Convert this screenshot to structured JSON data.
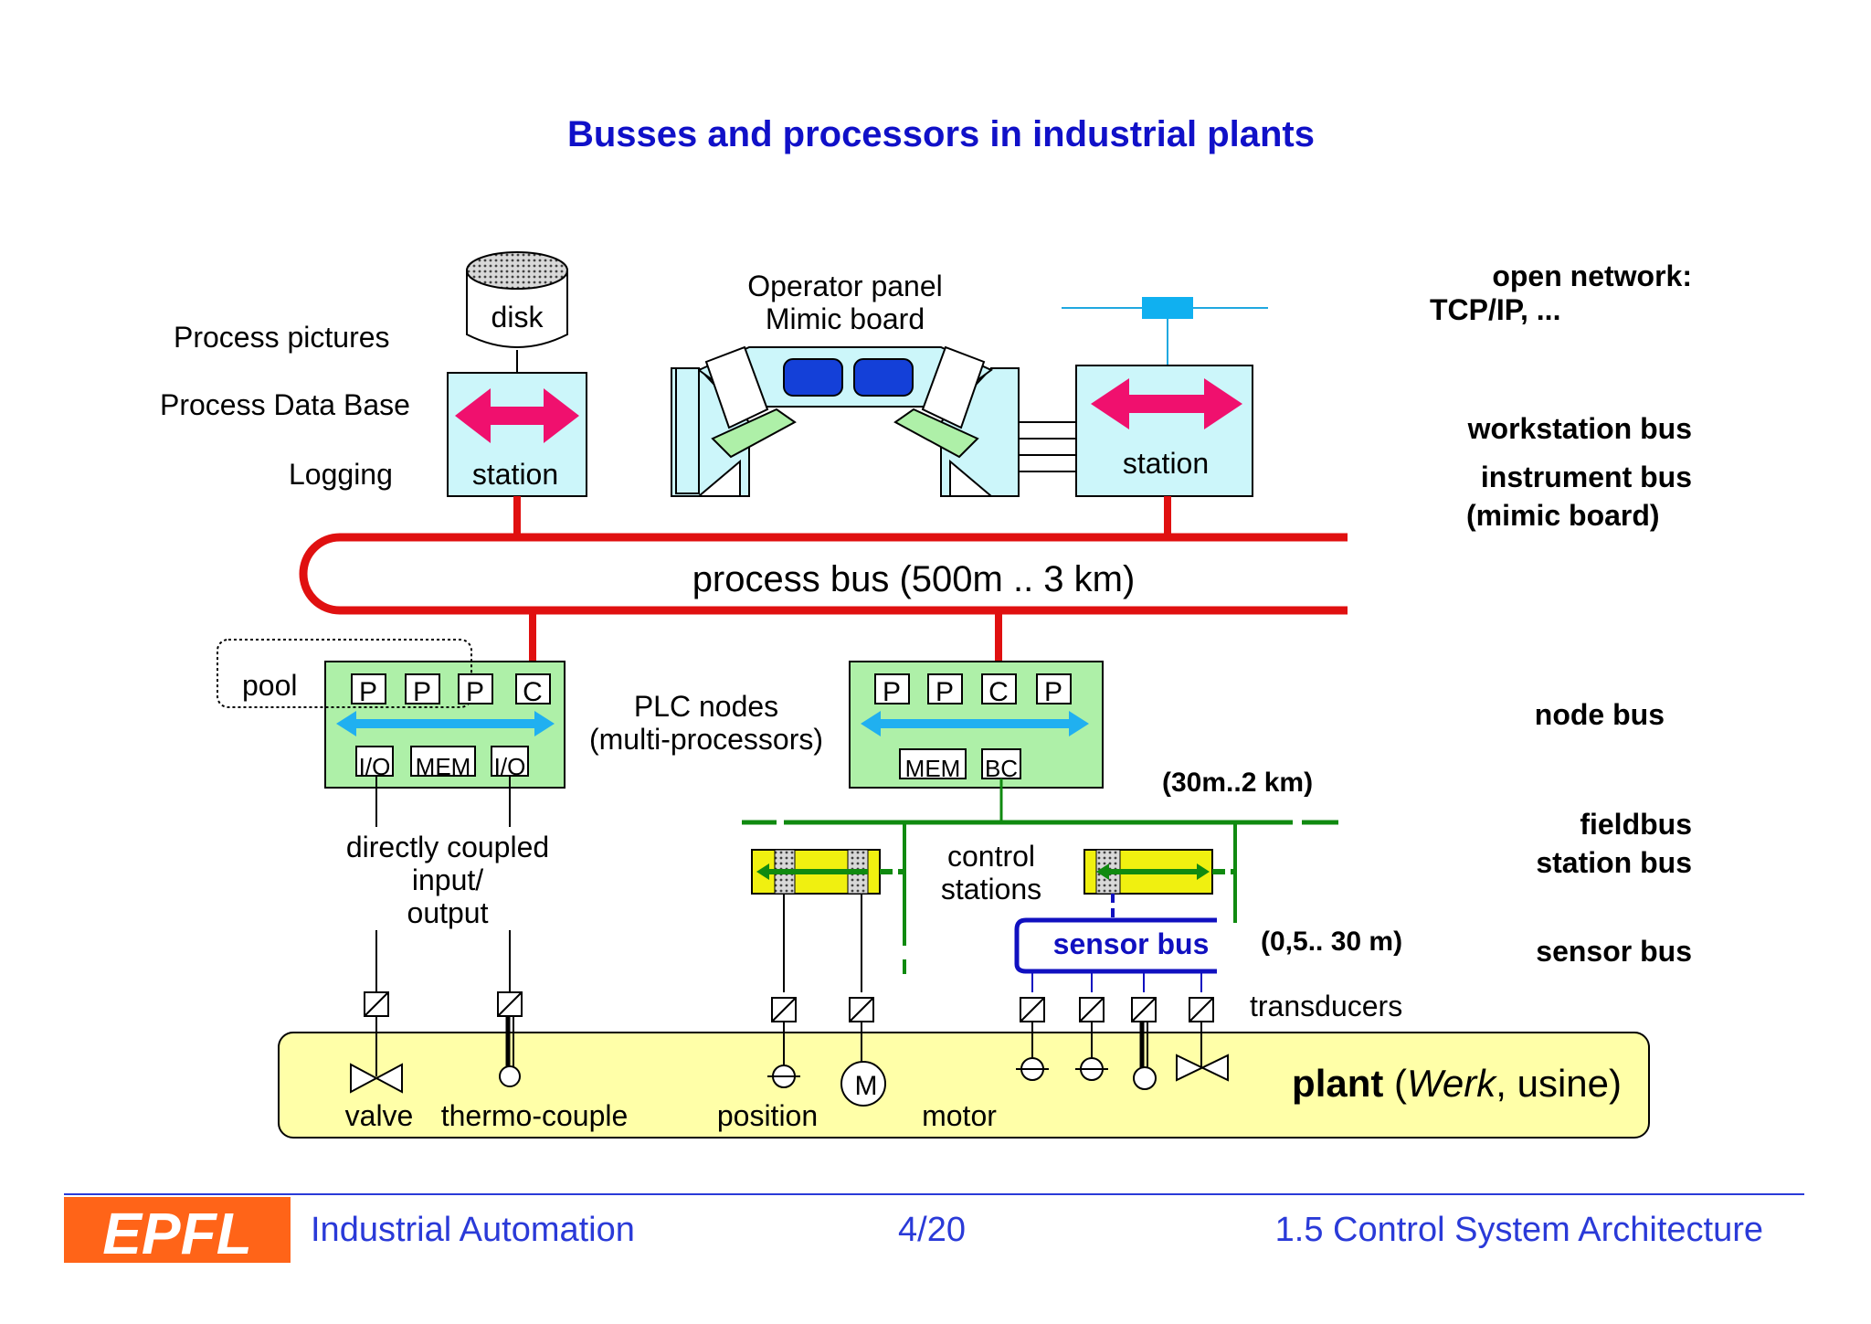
{
  "title": "Busses and processors in industrial plants",
  "labels": {
    "process_pictures": "Process pictures",
    "process_data_base": "Process Data Base",
    "logging": "Logging",
    "disk": "disk",
    "station_left": "station",
    "station_right": "station",
    "operator_panel_line1": "Operator panel",
    "operator_panel_line2": "Mimic board",
    "process_bus": "process bus (500m .. 3 km)",
    "pool": "pool",
    "plc_nodes_line1": "PLC nodes",
    "plc_nodes_line2": "(multi-processors)",
    "distance_node": "(30m..2 km)",
    "directly_coupled_line1": "directly coupled",
    "directly_coupled_line2": "input/",
    "directly_coupled_line3": "output",
    "control_stations_line1": "control",
    "control_stations_line2": "stations",
    "sensor_bus_box": "sensor bus",
    "distance_sensor": "(0,5.. 30 m)",
    "transducers": "transducers",
    "valve": "valve",
    "thermocouple": "thermo-couple",
    "position": "position",
    "motor": "motor",
    "motor_symbol": "M",
    "plant_bold": "plant",
    "plant_open": " (",
    "plant_italic": "Werk",
    "plant_rest": ", usine)"
  },
  "node_left": {
    "processors": [
      "P",
      "P",
      "P",
      "C"
    ],
    "modules": [
      "I/O",
      "MEM",
      "I/O"
    ]
  },
  "node_right": {
    "processors": [
      "P",
      "P",
      "C",
      "P"
    ],
    "modules": [
      "MEM",
      "BC"
    ]
  },
  "right_labels": {
    "open_network_line1": "open network:",
    "open_network_line2": "TCP/IP, ...",
    "workstation_bus": "workstation bus",
    "instrument_bus_line1": "instrument bus",
    "instrument_bus_line2": "(mimic board)",
    "node_bus": "node bus",
    "fieldbus": "fieldbus",
    "station_bus": "station bus",
    "sensor_bus": "sensor bus"
  },
  "footer": {
    "logo": "EPFL",
    "course": "Industrial Automation",
    "page": "4/20",
    "section": "1.5 Control System Architecture"
  },
  "colors": {
    "title": "#1010c8",
    "bus_red": "#e01010",
    "station_fill": "#ccf6fa",
    "node_fill": "#aef0a8",
    "plant_fill": "#ffffa8",
    "arrow_pink": "#f0106e",
    "arrow_cyan": "#20b0f0",
    "fieldbus_green": "#108a10",
    "sensor_blue": "#1010c0",
    "footer_blue": "#2a3ad8",
    "logo_orange": "#ff6418"
  }
}
